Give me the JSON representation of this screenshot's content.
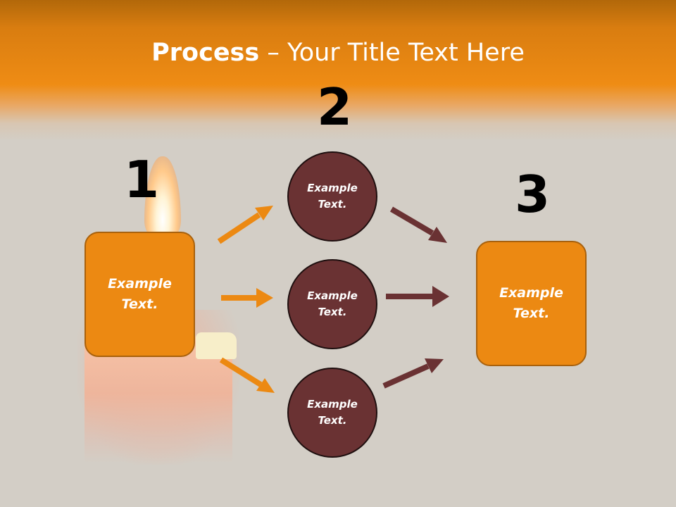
{
  "slide": {
    "title_bold": "Process",
    "title_rest": " – Your Title Text Here"
  },
  "steps": {
    "step1": {
      "number": "1",
      "text": "Example Text."
    },
    "step2": {
      "number": "2"
    },
    "step3": {
      "number": "3",
      "text": "Example Text."
    }
  },
  "circles": [
    {
      "text": "Example Text."
    },
    {
      "text": "Example Text."
    },
    {
      "text": "Example Text."
    }
  ],
  "colors": {
    "header": "#ef8c14",
    "box_fill": "#ec8912",
    "circle_fill": "#6a3233",
    "arrow_left": "#ec8912",
    "arrow_right": "#6a3233",
    "background": "#d3cec6"
  }
}
